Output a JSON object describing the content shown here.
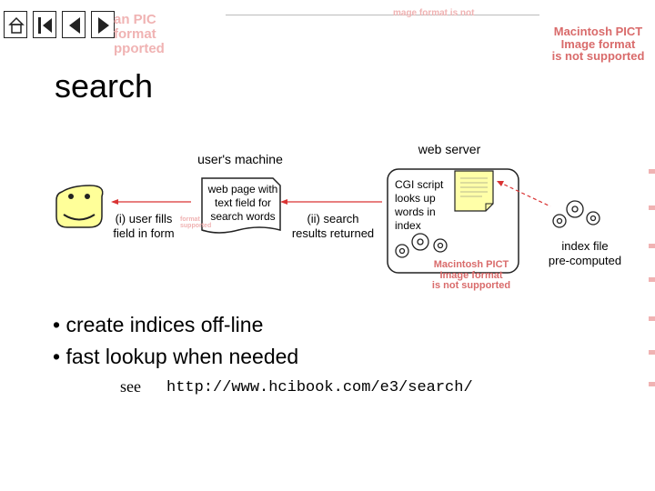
{
  "slide": {
    "title": "search"
  },
  "header": {
    "placeholder_faded_text": "an PIC\nformat\npported",
    "placeholder_top_right": "Macintosh PICT\nImage format\nis not supported",
    "top_strip_text": "mage format is not"
  },
  "nav": {
    "icons": [
      "home-icon",
      "left-bar-icon",
      "prev-icon",
      "next-icon",
      "right-bar-icon"
    ]
  },
  "diagram": {
    "users_machine_label": "user's machine",
    "web_server_label": "web server",
    "user_fills_label": "(i) user fills\nfield in form",
    "web_page_label": "web page with\ntext field for\nsearch words",
    "faded_page_text": "format\nsupported",
    "results_label": "(ii) search\nresults returned",
    "cgi_label": "CGI script\nlooks up\nwords in\nindex",
    "server_placeholder": "Macintosh PICT\nImage format\nis not supported",
    "index_label": "index file\npre-computed"
  },
  "bullets": [
    "create indices off-line",
    "fast lookup when needed"
  ],
  "link": {
    "see_label": "see",
    "url": "http://www.hcibook.com/e3/search/"
  },
  "colors": {
    "placeholder_red": "#d96b6b",
    "faded_red": "#f0b3b3",
    "smiley_fill": "#ffff99",
    "arrow_red": "#d93333"
  }
}
